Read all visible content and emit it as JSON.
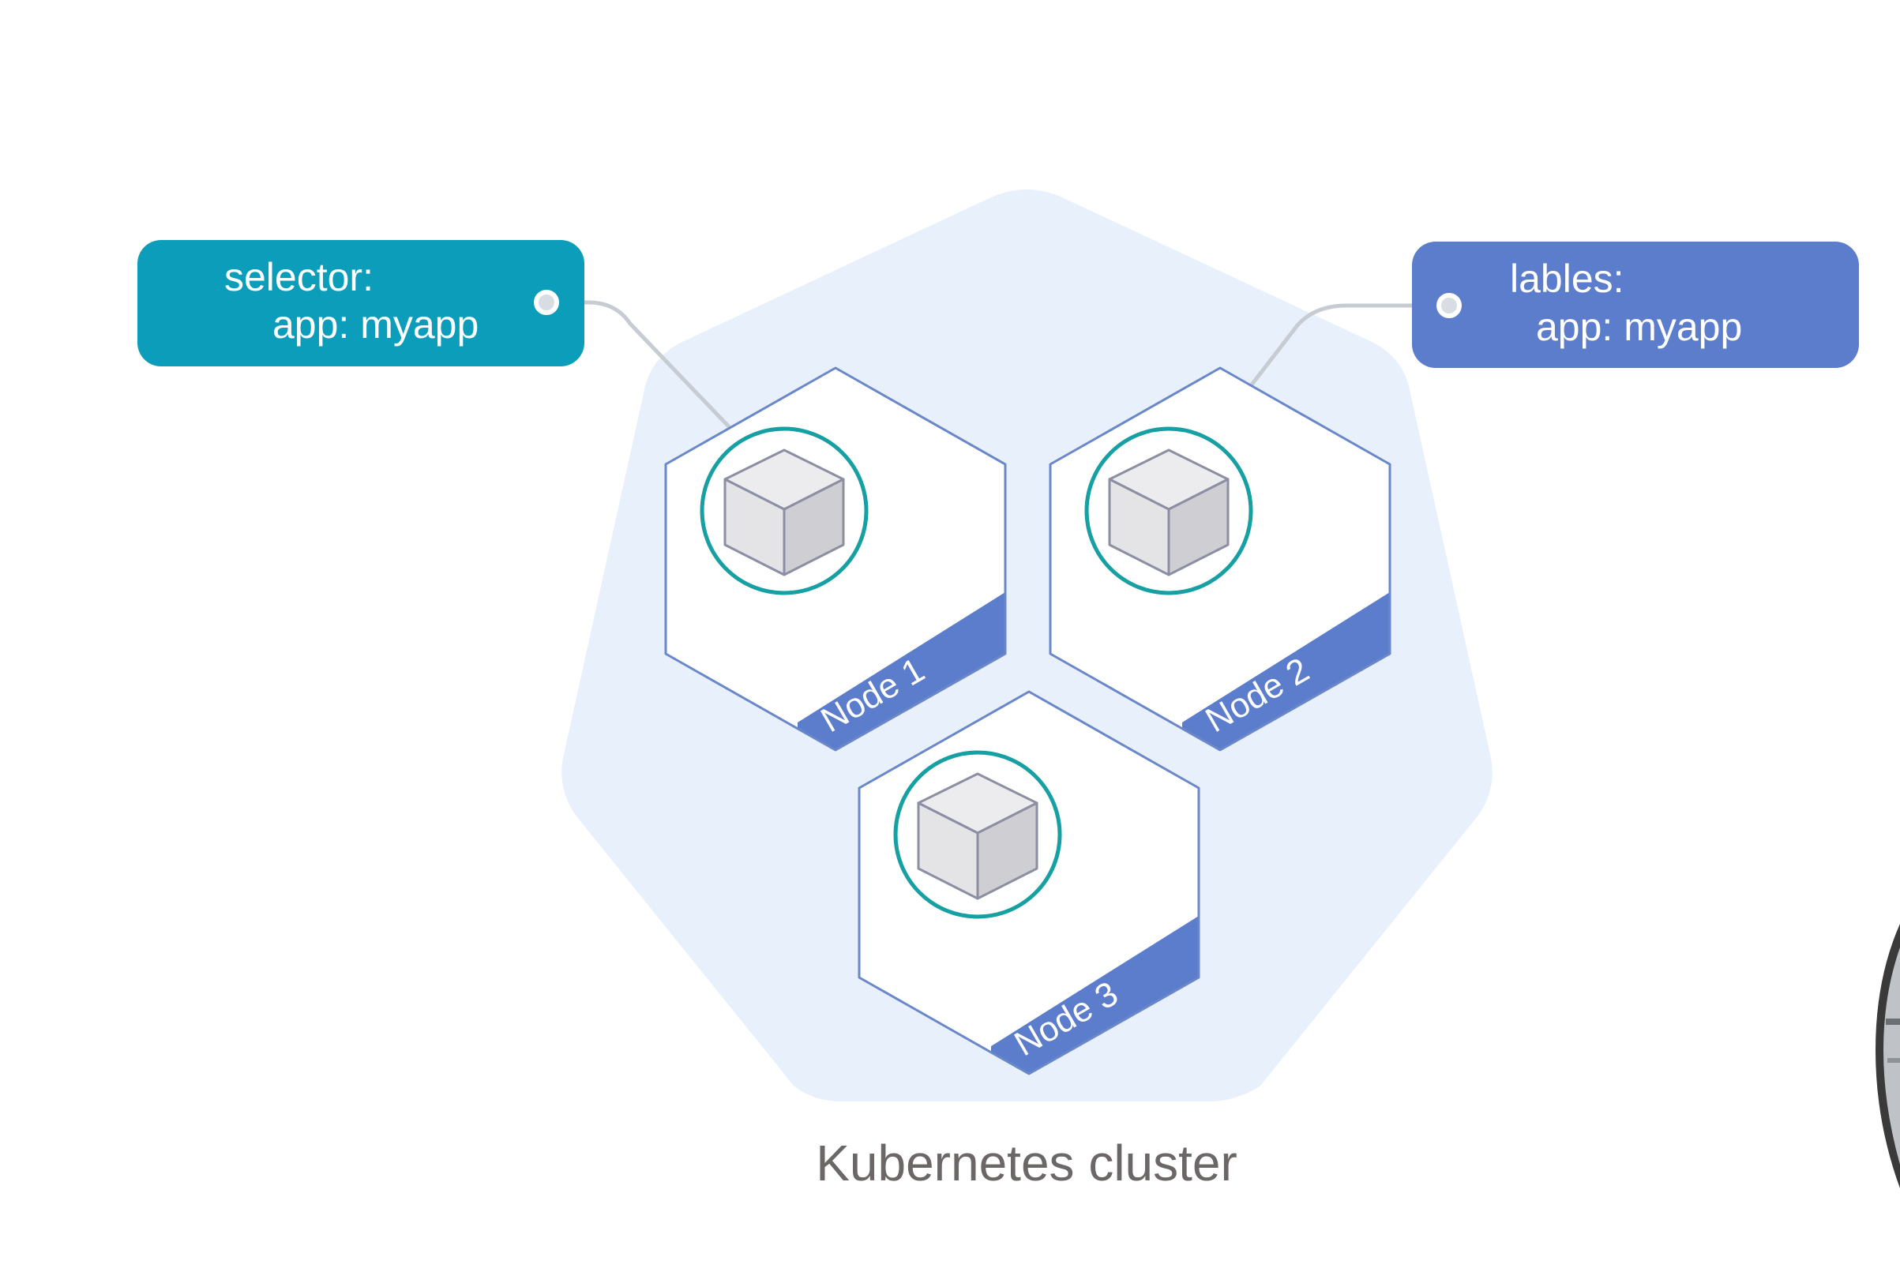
{
  "diagram": {
    "caption": "Kubernetes cluster",
    "selector_tag": {
      "line1": "selector:",
      "line2": "app: myapp"
    },
    "labels_tag": {
      "line1": "lables:",
      "line2": "app: myapp"
    },
    "nodes": [
      {
        "label": "Node 1",
        "pod": "pod-icon"
      },
      {
        "label": "Node 2",
        "pod": "pod-icon"
      },
      {
        "label": "Node 3",
        "pod": "pod-icon"
      }
    ]
  },
  "colors": {
    "selector_tag": "#0b9dba",
    "labels_tag": "#5b7dcc",
    "node_band": "#5b7dcc",
    "node_border": "#6a87c9",
    "pod_ring": "#17a0a4",
    "cluster_fill": "#e8f0fb",
    "caption": "#6b6766"
  }
}
